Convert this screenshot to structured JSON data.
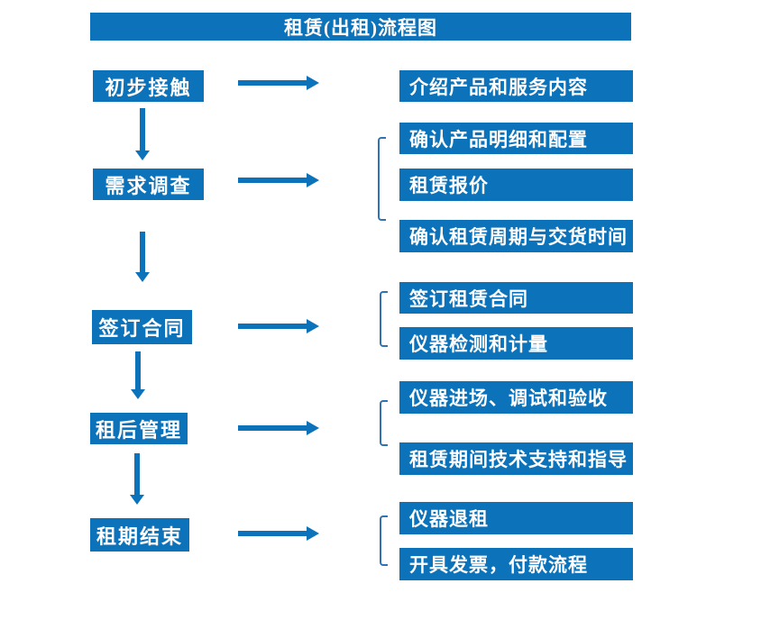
{
  "title": "租赁(出租)流程图",
  "colors": {
    "primary_blue": "#0c72ba",
    "bracket_blue": "#2e74b5",
    "text_white": "#ffffff",
    "background": "#ffffff"
  },
  "stages": [
    {
      "label": "初步接触",
      "outputs": [
        "介绍产品和服务内容"
      ]
    },
    {
      "label": "需求调查",
      "outputs": [
        "确认产品明细和配置",
        "租赁报价",
        "确认租赁周期与交货时间"
      ]
    },
    {
      "label": "签订合同",
      "outputs": [
        "签订租赁合同",
        "仪器检测和计量"
      ]
    },
    {
      "label": "租后管理",
      "outputs": [
        "仪器进场、调试和验收",
        "租赁期间技术支持和指导"
      ]
    },
    {
      "label": "租期结束",
      "outputs": [
        "仪器退租",
        "开具发票，付款流程"
      ]
    }
  ]
}
